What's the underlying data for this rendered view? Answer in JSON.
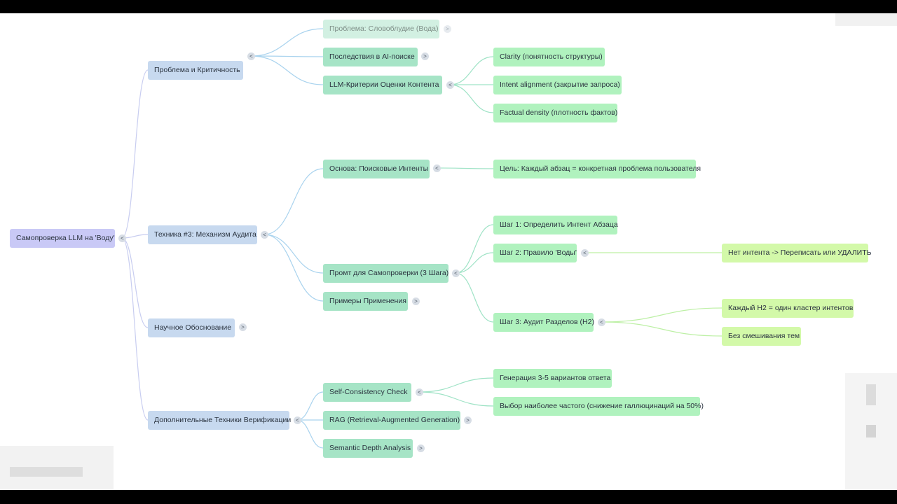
{
  "colors": {
    "root": "#c9c9f6",
    "level1": "#c7d9ef",
    "level2": "#a6e4c6",
    "level3": "#b0f2be",
    "level4": "#d3f9a9",
    "edge1": "#c8cdf0",
    "edge2": "#a9d3ee",
    "edge3": "#9fe3c6",
    "edge4": "#bdf0a5"
  },
  "toggle_icons": {
    "collapse": "<",
    "expand": ">"
  },
  "mindmap": {
    "root": "Самопроверка LLM на 'Воду'",
    "level1": [
      "Проблема и Критичность",
      "Техника #3: Механизм Аудита",
      "Научное Обоснование",
      "Дополнительные Техники Верификации"
    ],
    "level2": [
      "Проблема: Словоблудие (Вода)",
      "Последствия в AI-поиске",
      "LLM-Критерии Оценки Контента",
      "Основа: Поисковые Интенты",
      "Промт для Самопроверки (3 Шага)",
      "Примеры Применения",
      "Self-Consistency Check",
      "RAG (Retrieval-Augmented Generation)",
      "Semantic Depth Analysis"
    ],
    "level3": [
      "Clarity (понятность структуры)",
      "Intent alignment (закрытие запроса)",
      "Factual density (плотность фактов)",
      "Цель: Каждый абзац = конкретная проблема пользователя",
      "Шаг 1: Определить Интент Абзаца",
      "Шаг 2: Правило 'Воды'",
      "Шаг 3: Аудит Разделов (H2)",
      "Генерация 3-5 вариантов ответа",
      "Выбор наиболее частого (снижение галлюцинаций на 50%)"
    ],
    "level4": [
      "Нет интента -> Переписать или УДАЛИТЬ",
      "Каждый H2 = один кластер интентов",
      "Без смешивания тем"
    ]
  }
}
